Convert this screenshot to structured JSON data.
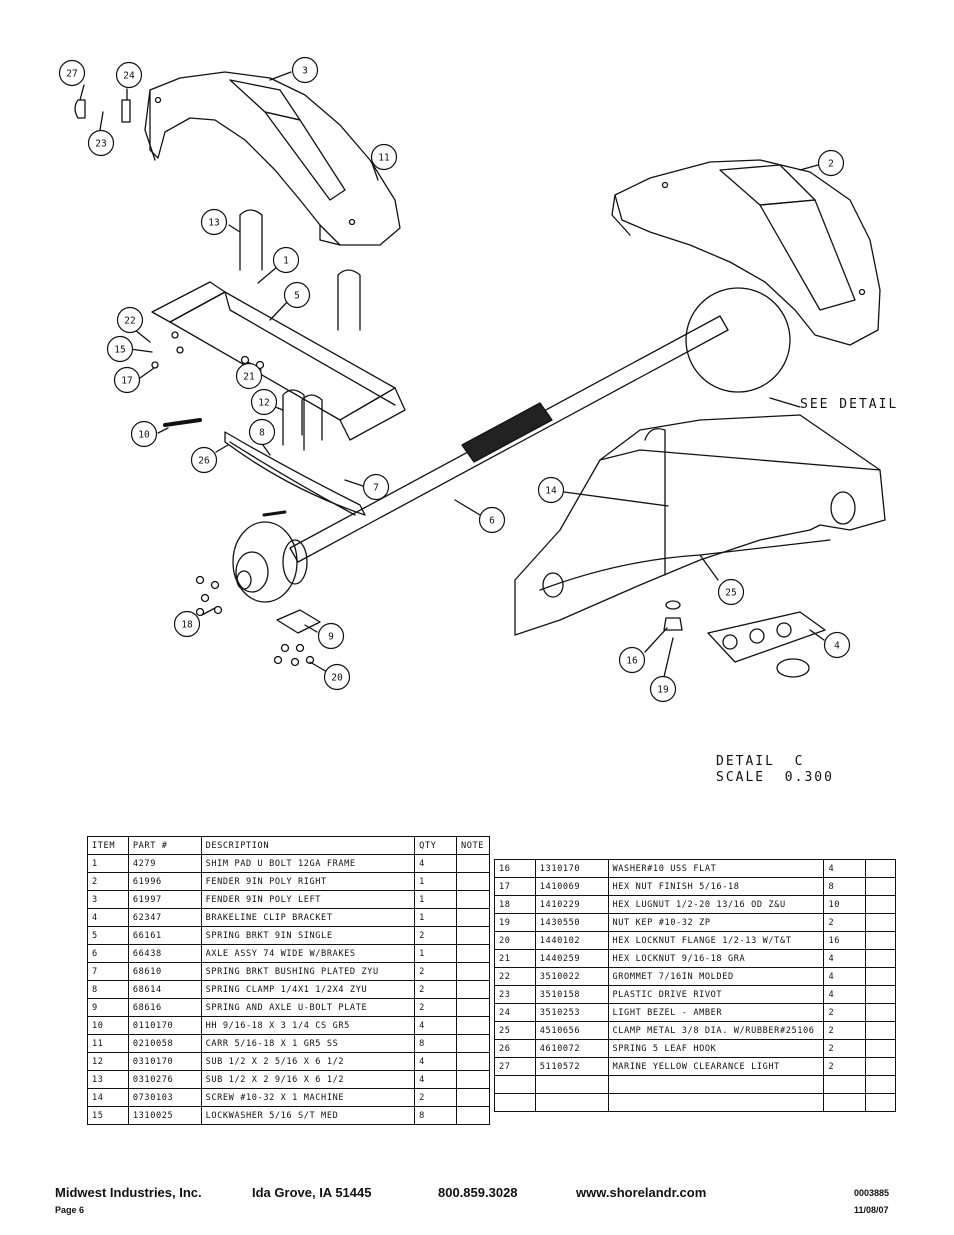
{
  "callouts": [
    {
      "n": "27"
    },
    {
      "n": "24"
    },
    {
      "n": "23"
    },
    {
      "n": "3"
    },
    {
      "n": "11"
    },
    {
      "n": "2"
    },
    {
      "n": "13"
    },
    {
      "n": "1"
    },
    {
      "n": "5"
    },
    {
      "n": "22"
    },
    {
      "n": "15"
    },
    {
      "n": "17"
    },
    {
      "n": "21"
    },
    {
      "n": "12"
    },
    {
      "n": "10"
    },
    {
      "n": "8"
    },
    {
      "n": "26"
    },
    {
      "n": "7"
    },
    {
      "n": "6"
    },
    {
      "n": "18"
    },
    {
      "n": "9"
    },
    {
      "n": "20"
    },
    {
      "n": "14"
    },
    {
      "n": "25"
    },
    {
      "n": "4"
    },
    {
      "n": "16"
    },
    {
      "n": "19"
    }
  ],
  "see_detail": "SEE DETAIL",
  "detail": {
    "title": "DETAIL  C",
    "scale": "SCALE  0.300"
  },
  "table_headers": {
    "item": "ITEM",
    "part": "PART #",
    "description": "DESCRIPTION",
    "qty": "QTY",
    "note": "NOTE"
  },
  "parts_left": [
    {
      "item": "1",
      "part": "4279",
      "desc": "SHIM PAD   U BOLT 12GA FRAME",
      "qty": "4"
    },
    {
      "item": "2",
      "part": "61996",
      "desc": "FENDER  9IN POLY RIGHT",
      "qty": "1"
    },
    {
      "item": "3",
      "part": "61997",
      "desc": "FENDER  9IN POLY LEFT",
      "qty": "1"
    },
    {
      "item": "4",
      "part": "62347",
      "desc": "BRAKELINE CLIP BRACKET",
      "qty": "1"
    },
    {
      "item": "5",
      "part": "66161",
      "desc": "SPRING BRKT   9IN SINGLE",
      "qty": "2"
    },
    {
      "item": "6",
      "part": "66438",
      "desc": "AXLE ASSY 74 WIDE W/BRAKES",
      "qty": "1"
    },
    {
      "item": "7",
      "part": "68610",
      "desc": "SPRING BRKT BUSHING PLATED ZYU",
      "qty": "2"
    },
    {
      "item": "8",
      "part": "68614",
      "desc": "SPRING CLAMP   1/4X1 1/2X4  ZYU",
      "qty": "2"
    },
    {
      "item": "9",
      "part": "68616",
      "desc": "SPRING AND AXLE U-BOLT PLATE",
      "qty": "2"
    },
    {
      "item": "10",
      "part": "0110170",
      "desc": "HH 9/16-18 X 3 1/4 CS GR5",
      "qty": "4"
    },
    {
      "item": "11",
      "part": "0210058",
      "desc": "CARR 5/16-18 X 1 GR5 SS",
      "qty": "8"
    },
    {
      "item": "12",
      "part": "0310170",
      "desc": "SUB 1/2 X 2 5/16 X 6 1/2",
      "qty": "4"
    },
    {
      "item": "13",
      "part": "0310276",
      "desc": "SUB 1/2 X 2 9/16 X 6 1/2",
      "qty": "4"
    },
    {
      "item": "14",
      "part": "0730103",
      "desc": "SCREW #10-32 X 1 MACHINE",
      "qty": "2"
    },
    {
      "item": "15",
      "part": "1310025",
      "desc": "LOCKWASHER 5/16 S/T MED",
      "qty": "8"
    }
  ],
  "parts_right": [
    {
      "item": "16",
      "part": "1310170",
      "desc": "WASHER#10 USS FLAT",
      "qty": "4"
    },
    {
      "item": "17",
      "part": "1410069",
      "desc": "HEX NUT FINISH 5/16-18",
      "qty": "8"
    },
    {
      "item": "18",
      "part": "1410229",
      "desc": "HEX LUGNUT 1/2-20 13/16 OD Z&U",
      "qty": "10"
    },
    {
      "item": "19",
      "part": "1430550",
      "desc": "NUT KEP #10-32 ZP",
      "qty": "2"
    },
    {
      "item": "20",
      "part": "1440102",
      "desc": "HEX LOCKNUT FLANGE 1/2-13 W/T&T",
      "qty": "16"
    },
    {
      "item": "21",
      "part": "1440259",
      "desc": "HEX LOCKNUT 9/16-18 GRA",
      "qty": "4"
    },
    {
      "item": "22",
      "part": "3510022",
      "desc": "GROMMET  7/16IN MOLDED",
      "qty": "4"
    },
    {
      "item": "23",
      "part": "3510158",
      "desc": "PLASTIC DRIVE RIVOT",
      "qty": "4"
    },
    {
      "item": "24",
      "part": "3510253",
      "desc": "LIGHT BEZEL - AMBER",
      "qty": "2"
    },
    {
      "item": "25",
      "part": "4510656",
      "desc": "CLAMP METAL 3/8 DIA. W/RUBBER#25106",
      "qty": "2"
    },
    {
      "item": "26",
      "part": "4610072",
      "desc": "SPRING  5 LEAF HOOK",
      "qty": "2"
    },
    {
      "item": "27",
      "part": "5110572",
      "desc": "MARINE YELLOW CLEARANCE LIGHT",
      "qty": "2"
    },
    {
      "item": "",
      "part": "",
      "desc": "",
      "qty": ""
    },
    {
      "item": "",
      "part": "",
      "desc": "",
      "qty": ""
    }
  ],
  "footer": {
    "company": "Midwest Industries, Inc.",
    "city": "Ida Grove, IA  51445",
    "phone": "800.859.3028",
    "web": "www.shorelandr.com",
    "page": "Page 6",
    "doc_number": "0003885",
    "date": "11/08/07"
  }
}
